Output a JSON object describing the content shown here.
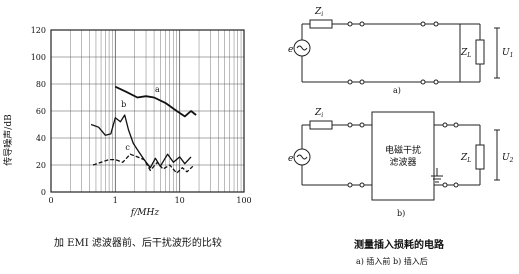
{
  "chart_data": {
    "type": "line",
    "title": "",
    "ylabel": "传导噪声/dB",
    "xlabel": "f/MHz",
    "x_scale": "log",
    "xlim": [
      0.1,
      100
    ],
    "ylim": [
      0,
      120
    ],
    "x_ticks": [
      "0",
      "1",
      "10",
      "100"
    ],
    "y_ticks": [
      "0",
      "20",
      "40",
      "60",
      "80",
      "100",
      "120"
    ],
    "grid": true,
    "series": [
      {
        "name": "a",
        "style": "solid-thick",
        "x": [
          1.0,
          1.5,
          2.2,
          3.0,
          4.0,
          6.0,
          9.0,
          12.0,
          15.0,
          18.0
        ],
        "y": [
          78,
          74,
          70,
          71,
          70,
          66,
          60,
          56,
          60,
          57
        ]
      },
      {
        "name": "b",
        "style": "solid",
        "x": [
          0.42,
          0.55,
          0.7,
          0.85,
          1.0,
          1.2,
          1.4,
          1.6,
          1.9,
          2.3,
          2.8,
          3.5,
          4.2,
          5.0,
          6.5,
          8.0,
          10.0,
          12.0,
          15.0
        ],
        "y": [
          50,
          48,
          42,
          43,
          55,
          52,
          57,
          46,
          36,
          30,
          24,
          18,
          25,
          19,
          28,
          22,
          26,
          21,
          26
        ]
      },
      {
        "name": "c",
        "style": "dashed",
        "x": [
          0.45,
          0.6,
          0.8,
          1.0,
          1.3,
          1.7,
          2.2,
          2.8,
          3.5,
          4.5,
          5.5,
          7.0,
          9.0,
          11.0,
          13.0,
          16.0
        ],
        "y": [
          20,
          22,
          24,
          24,
          22,
          28,
          26,
          24,
          16,
          22,
          17,
          20,
          14,
          18,
          15,
          19
        ]
      }
    ]
  },
  "left_caption": "加 EMI 滤波器前、后干扰波形的比较",
  "circuit_a": {
    "source": "e",
    "impedance_1": "Z",
    "impedance_1_sub": "i",
    "load": "Z",
    "load_sub": "L",
    "voltage": "U",
    "voltage_sub": "1",
    "label": "a)"
  },
  "circuit_b": {
    "source": "e",
    "impedance_1": "Z",
    "impedance_1_sub": "i",
    "filter_line1": "电磁干扰",
    "filter_line2": "滤波器",
    "load": "Z",
    "load_sub": "L",
    "voltage": "U",
    "voltage_sub": "2",
    "label": "b)"
  },
  "right_caption": "测量插入损耗的电路",
  "right_subcaption": "a) 插入前   b) 插入后"
}
